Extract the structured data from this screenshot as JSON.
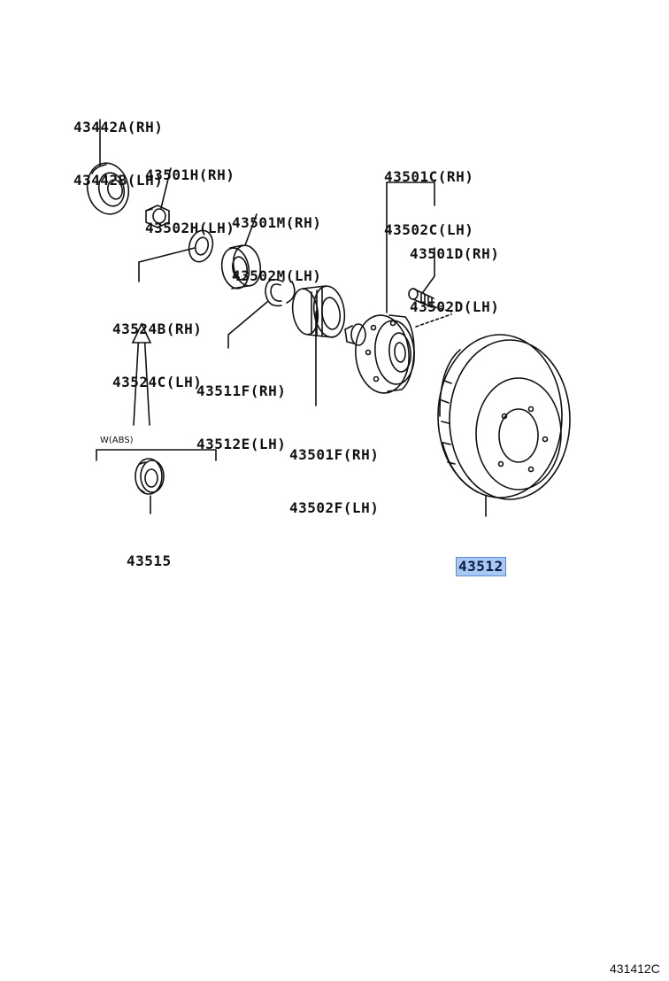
{
  "parts": [
    {
      "id": "hub-grease-cap",
      "lines": [
        "43442A(RH)",
        "43442B(LH)"
      ]
    },
    {
      "id": "lock-nut",
      "lines": [
        "43501H(RH)",
        "43502H(LH)"
      ]
    },
    {
      "id": "outer-bearing",
      "lines": [
        "43501M(RH)",
        "43502M(LH)"
      ]
    },
    {
      "id": "thrust-washer",
      "lines": [
        "43524B(RH)",
        "43524C(LH)"
      ]
    },
    {
      "id": "snap-ring",
      "lines": [
        "43511F(RH)",
        "43512E(LH)"
      ]
    },
    {
      "id": "inner-bearing",
      "lines": [
        "43501F(RH)",
        "43502F(LH)"
      ]
    },
    {
      "id": "front-axle-hub",
      "lines": [
        "43501C(RH)",
        "43502C(LH)"
      ]
    },
    {
      "id": "hub-bolt",
      "lines": [
        "43501D(RH)",
        "43502D(LH)"
      ]
    },
    {
      "id": "abs-sensor-rotor",
      "lines": [
        "43515"
      ]
    },
    {
      "id": "disc-rotor",
      "lines": [
        "43512"
      ],
      "highlighted": true
    }
  ],
  "abs_label": "W(ABS)",
  "figure_number": "431412C",
  "highlight_color": "#a8c8f0"
}
